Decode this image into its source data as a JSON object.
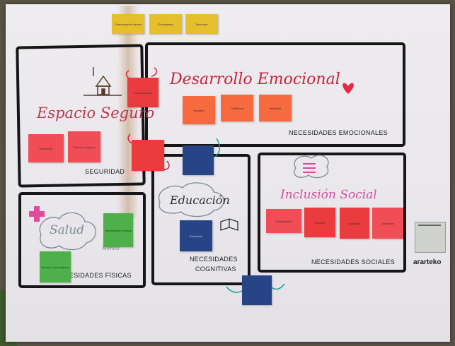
{
  "board": {
    "sections": {
      "seguridad": {
        "label": "SEGURIDAD",
        "title": "Espacio Seguro"
      },
      "emocionales": {
        "label": "NECESIDADES EMOCIONALES",
        "title": "Desarrollo Emocional"
      },
      "fisicas": {
        "label": "NECESIDADES FÍSICAS",
        "title": "Salud",
        "subtitle": "Mental"
      },
      "cognitivas": {
        "label_line1": "NECESIDADES",
        "label_line2": "COGNITIVAS",
        "title": "Educación"
      },
      "sociales": {
        "label": "NECESIDADES SOCIALES",
        "title": "Inclusión Social"
      }
    },
    "notes": {
      "top_1": "Comunicación directa",
      "top_2": "Ecosistema",
      "top_3": "Escuchar",
      "connector_1": "Comunicación",
      "emocional_1": "Empatía",
      "emocional_2": "Confianza",
      "emocional_3": "Identidad",
      "seguridad_1": "Protección",
      "seguridad_2": "Entornos seguros",
      "fisica_1": "Necesidades básicas",
      "fisica_2": "Servicios psicológicos",
      "educacion_1": "Educación",
      "social_1": "Participación",
      "social_2": "Respeto",
      "social_3": "Igualdad",
      "social_4": "Derechos"
    },
    "logo": {
      "text": "ararteko"
    },
    "colors": {
      "yellow": "#e6c02c",
      "orange": "#f66a3e",
      "pink": "#f14d56",
      "blue": "#274487",
      "green": "#4eb04a",
      "title_red": "#c8243c",
      "title_pink": "#d34ca0"
    }
  }
}
